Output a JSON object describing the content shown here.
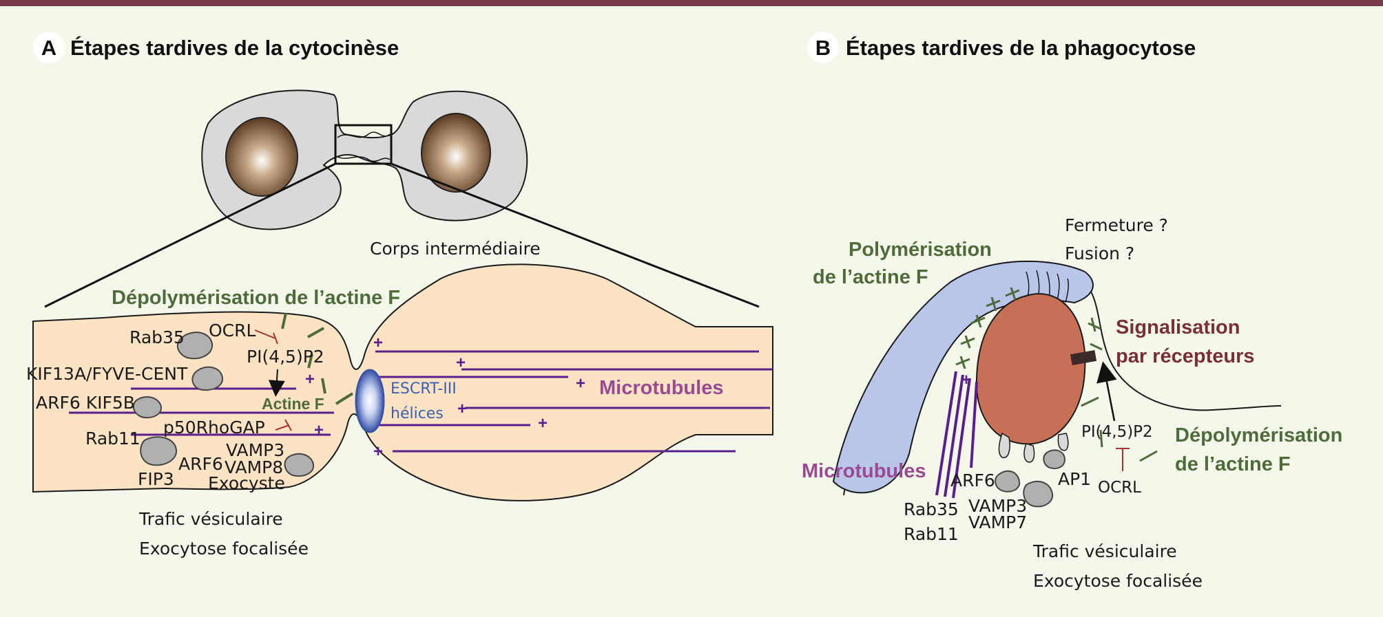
{
  "panelA": {
    "letter": "A",
    "title": "Étapes tardives de la cytocinèse",
    "corps": "Corps intermédiaire",
    "depol": "Dépolymérisation de l’actine F",
    "rab35": "Rab35",
    "ocrl": "OCRL",
    "pip2": "PI(4,5)P2",
    "kif13a": "KIF13A/FYVE-CENT",
    "arf6kif5b": "ARF6 KIF5B",
    "actineF": "Actine F",
    "escrt": "ESCRT-III",
    "helices": "hélices",
    "microtubules": "Microtubules",
    "rab11": "Rab11",
    "p50": "p50RhoGAP",
    "arf6": "ARF6",
    "vamp3": "VAMP3",
    "vamp8": "VAMP8",
    "fip3": "FIP3",
    "exocyste": "Exocyste",
    "trafic": "Trafic vésiculaire",
    "exocytose": "Exocytose focalisée"
  },
  "panelB": {
    "letter": "B",
    "title": "Étapes tardives de la phagocytose",
    "polym1": "Polymérisation",
    "polym2": "de l’actine F",
    "fermeture": "Fermeture ?",
    "fusion": "Fusion ?",
    "signal1": "Signalisation",
    "signal2": "par récepteurs",
    "pip2": "PI(4,5)P2",
    "depol1": "Dépolymérisation",
    "depol2": "de l’actine F",
    "microtubules": "Microtubules",
    "arf6": "ARF6",
    "ap1": "AP1",
    "ocrl": "OCRL",
    "rab35": "Rab35",
    "rab11": "Rab11",
    "vamp3": "VAMP3",
    "vamp7": "VAMP7",
    "trafic": "Trafic vésiculaire",
    "exocytose": "Exocytose focalisée"
  },
  "colors": {
    "background": "#f3f8ea",
    "top_bar": "#7a3b4a",
    "cell_fill": "#fbe3c4",
    "cell_grey": "#d9d9d9",
    "nucleus": "#6b4a2e",
    "microtubule": "#5a1f8c",
    "actin": "#4f6b3a",
    "inhibition": "#a8322f",
    "escrt_ring": "#3a55a8",
    "pseudopod": "#b8c6ea",
    "phagosome": "#c87056",
    "receptor": "#3a2a28"
  }
}
